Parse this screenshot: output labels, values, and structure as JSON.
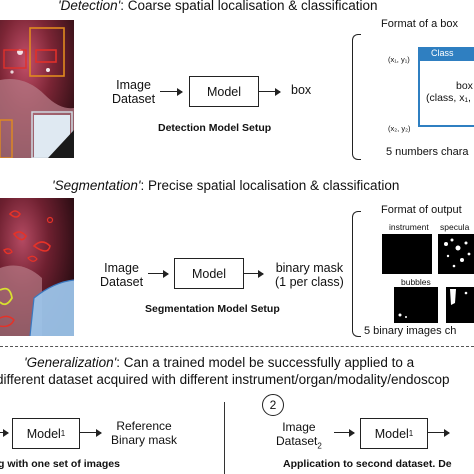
{
  "detection": {
    "heading_task": "'Detection'",
    "heading_rest": ": Coarse spatial localisation & classification",
    "input_line1": "Image",
    "input_line2": "Dataset",
    "model": "Model",
    "output": "box",
    "caption": "Detection Model Setup",
    "format_title": "Format of a box",
    "coord_top": "(x₁, y₁)",
    "coord_bottom": "(x₂, y₂)",
    "class_tag": "Class",
    "box_line1": "box",
    "box_line2": "(class, x₁,",
    "footer": "5 numbers chara"
  },
  "segmentation": {
    "heading_task": "'Segmentation'",
    "heading_rest": ": Precise spatial localisation & classification",
    "input_line1": "Image",
    "input_line2": "Dataset",
    "model": "Model",
    "output_line1": "binary mask",
    "output_line2": "(1 per class)",
    "caption": "Segmentation Model Setup",
    "format_title": "Format of output",
    "label_instrument": "instrument",
    "label_specular": "specula",
    "label_bubbles": "bubbles",
    "footer": "5 binary images ch"
  },
  "generalization": {
    "heading_task": "'Generalization'",
    "heading_line1_rest": ": Can a trained model be successfully applied to a",
    "heading_line2": "different dataset acquired with different instrument/organ/modality/endoscop",
    "left_model": "Model",
    "left_model_sub": "1",
    "left_output_line1": "Reference",
    "left_output_line2": "Binary mask",
    "left_caption": "g with one set of images",
    "step_number": "2",
    "right_input_line1": "Image",
    "right_input_line2": "Dataset",
    "right_input_sub": "2",
    "right_model": "Model",
    "right_model_sub": "1",
    "right_caption": "Application to second dataset. De"
  },
  "colors": {
    "class_tag_bg": "#2f7fc1",
    "box_border": "#2f7fc1",
    "detection_box_red": "#e0302a",
    "detection_box_orange": "#e08a1e",
    "seg_red": "#e53228",
    "seg_yellow": "#d8e030",
    "seg_blue": "#7fb2e6",
    "tissue": "#7a2a2a"
  }
}
